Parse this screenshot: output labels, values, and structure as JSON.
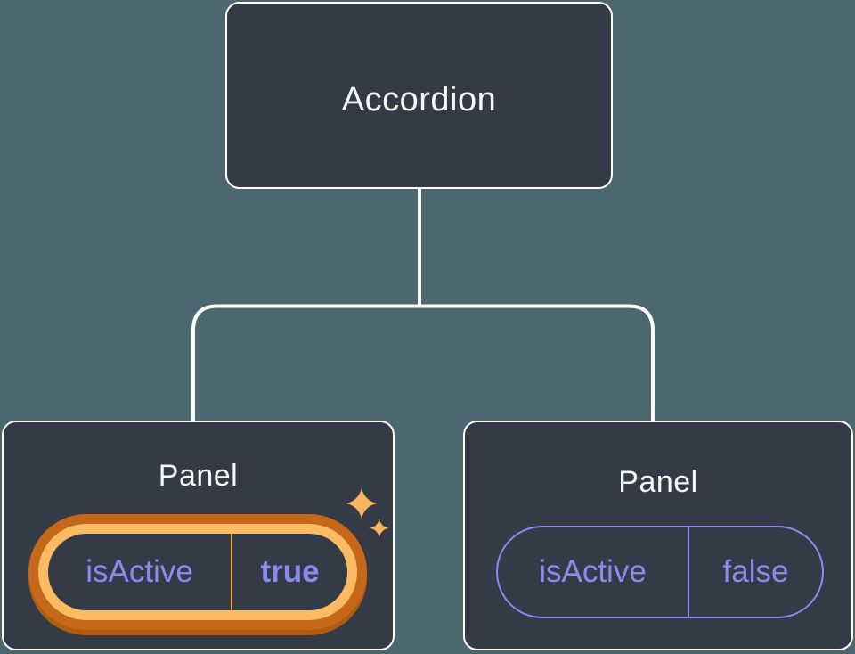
{
  "tree": {
    "root_label": "Accordion",
    "panels": [
      {
        "title": "Panel",
        "state_key": "isActive",
        "state_value": "true",
        "highlighted": true
      },
      {
        "title": "Panel",
        "state_key": "isActive",
        "state_value": "false",
        "highlighted": false
      }
    ]
  },
  "colors": {
    "background": "#4C6770",
    "node_fill": "#343A46",
    "node_border": "#FFFFFF",
    "label_text": "#F6F7F9",
    "state_accent": "#8A8BEF",
    "highlight_outer": "#C5681A",
    "highlight_outer_shade": "#B05C10",
    "highlight_inner": "#FABB62",
    "highlight_divider": "#EDA73F",
    "sparkle": "#F8B45F",
    "connector": "#FFFFFF"
  }
}
